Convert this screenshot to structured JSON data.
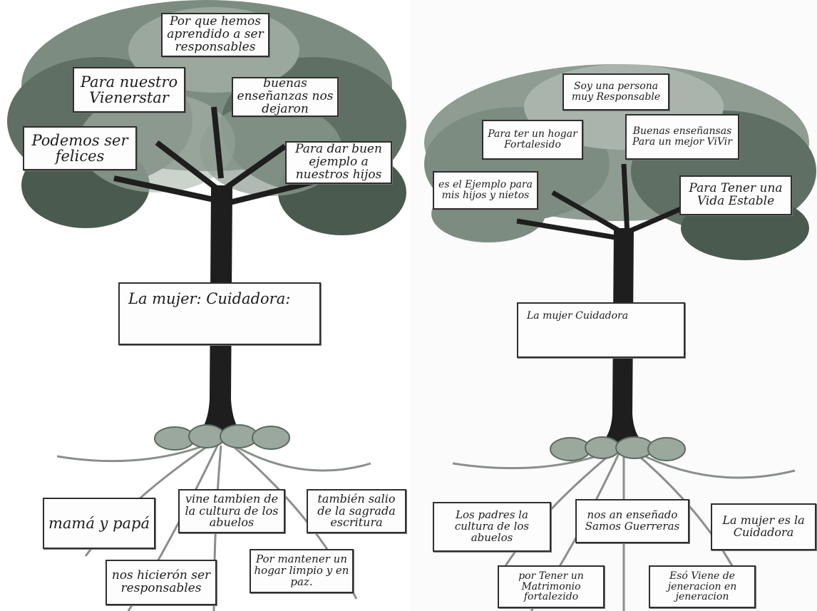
{
  "left_tree": {
    "crown_notes": [
      "Por que hemos aprendido a ser responsables",
      "Para nuestro Vienerstar",
      "buenas enseñanzas nos dejaron",
      "Podemos ser felices",
      "Para dar buen ejemplo a nuestros hijos"
    ],
    "trunk_note": "La mujer: Cuidadora:",
    "root_notes": [
      "mamá y papá",
      "vine tambien de la cultura de los abuelos",
      "también salio de la sagrada escritura",
      "nos hicierón ser responsables",
      "Por mantener un hogar limpio y en paz."
    ]
  },
  "right_tree": {
    "crown_notes": [
      "Soy una persona muy Responsable",
      "Para ter un hogar Fortalesido",
      "Buenas enseñansas Para un mejor ViVir",
      "es el Ejemplo para mis hijos y nietos",
      "Para Tener una Vida Estable"
    ],
    "trunk_note": "La mujer Cuidadora",
    "root_notes": [
      "Los padres la cultura de los abuelos",
      "nos an enseñado Samos Guerreras",
      "La mujer es la Cuidadora",
      "por Tener un Matrimonio fortalezido",
      "Esó Viene de jeneracion en jeneracion"
    ]
  },
  "colors": {
    "foliage_dark": "#4a5a4e",
    "foliage_light": "#a9b5ac",
    "trunk": "#1e1e1e",
    "roots": "#8a8f8a",
    "paper": "#fdfdfd"
  }
}
